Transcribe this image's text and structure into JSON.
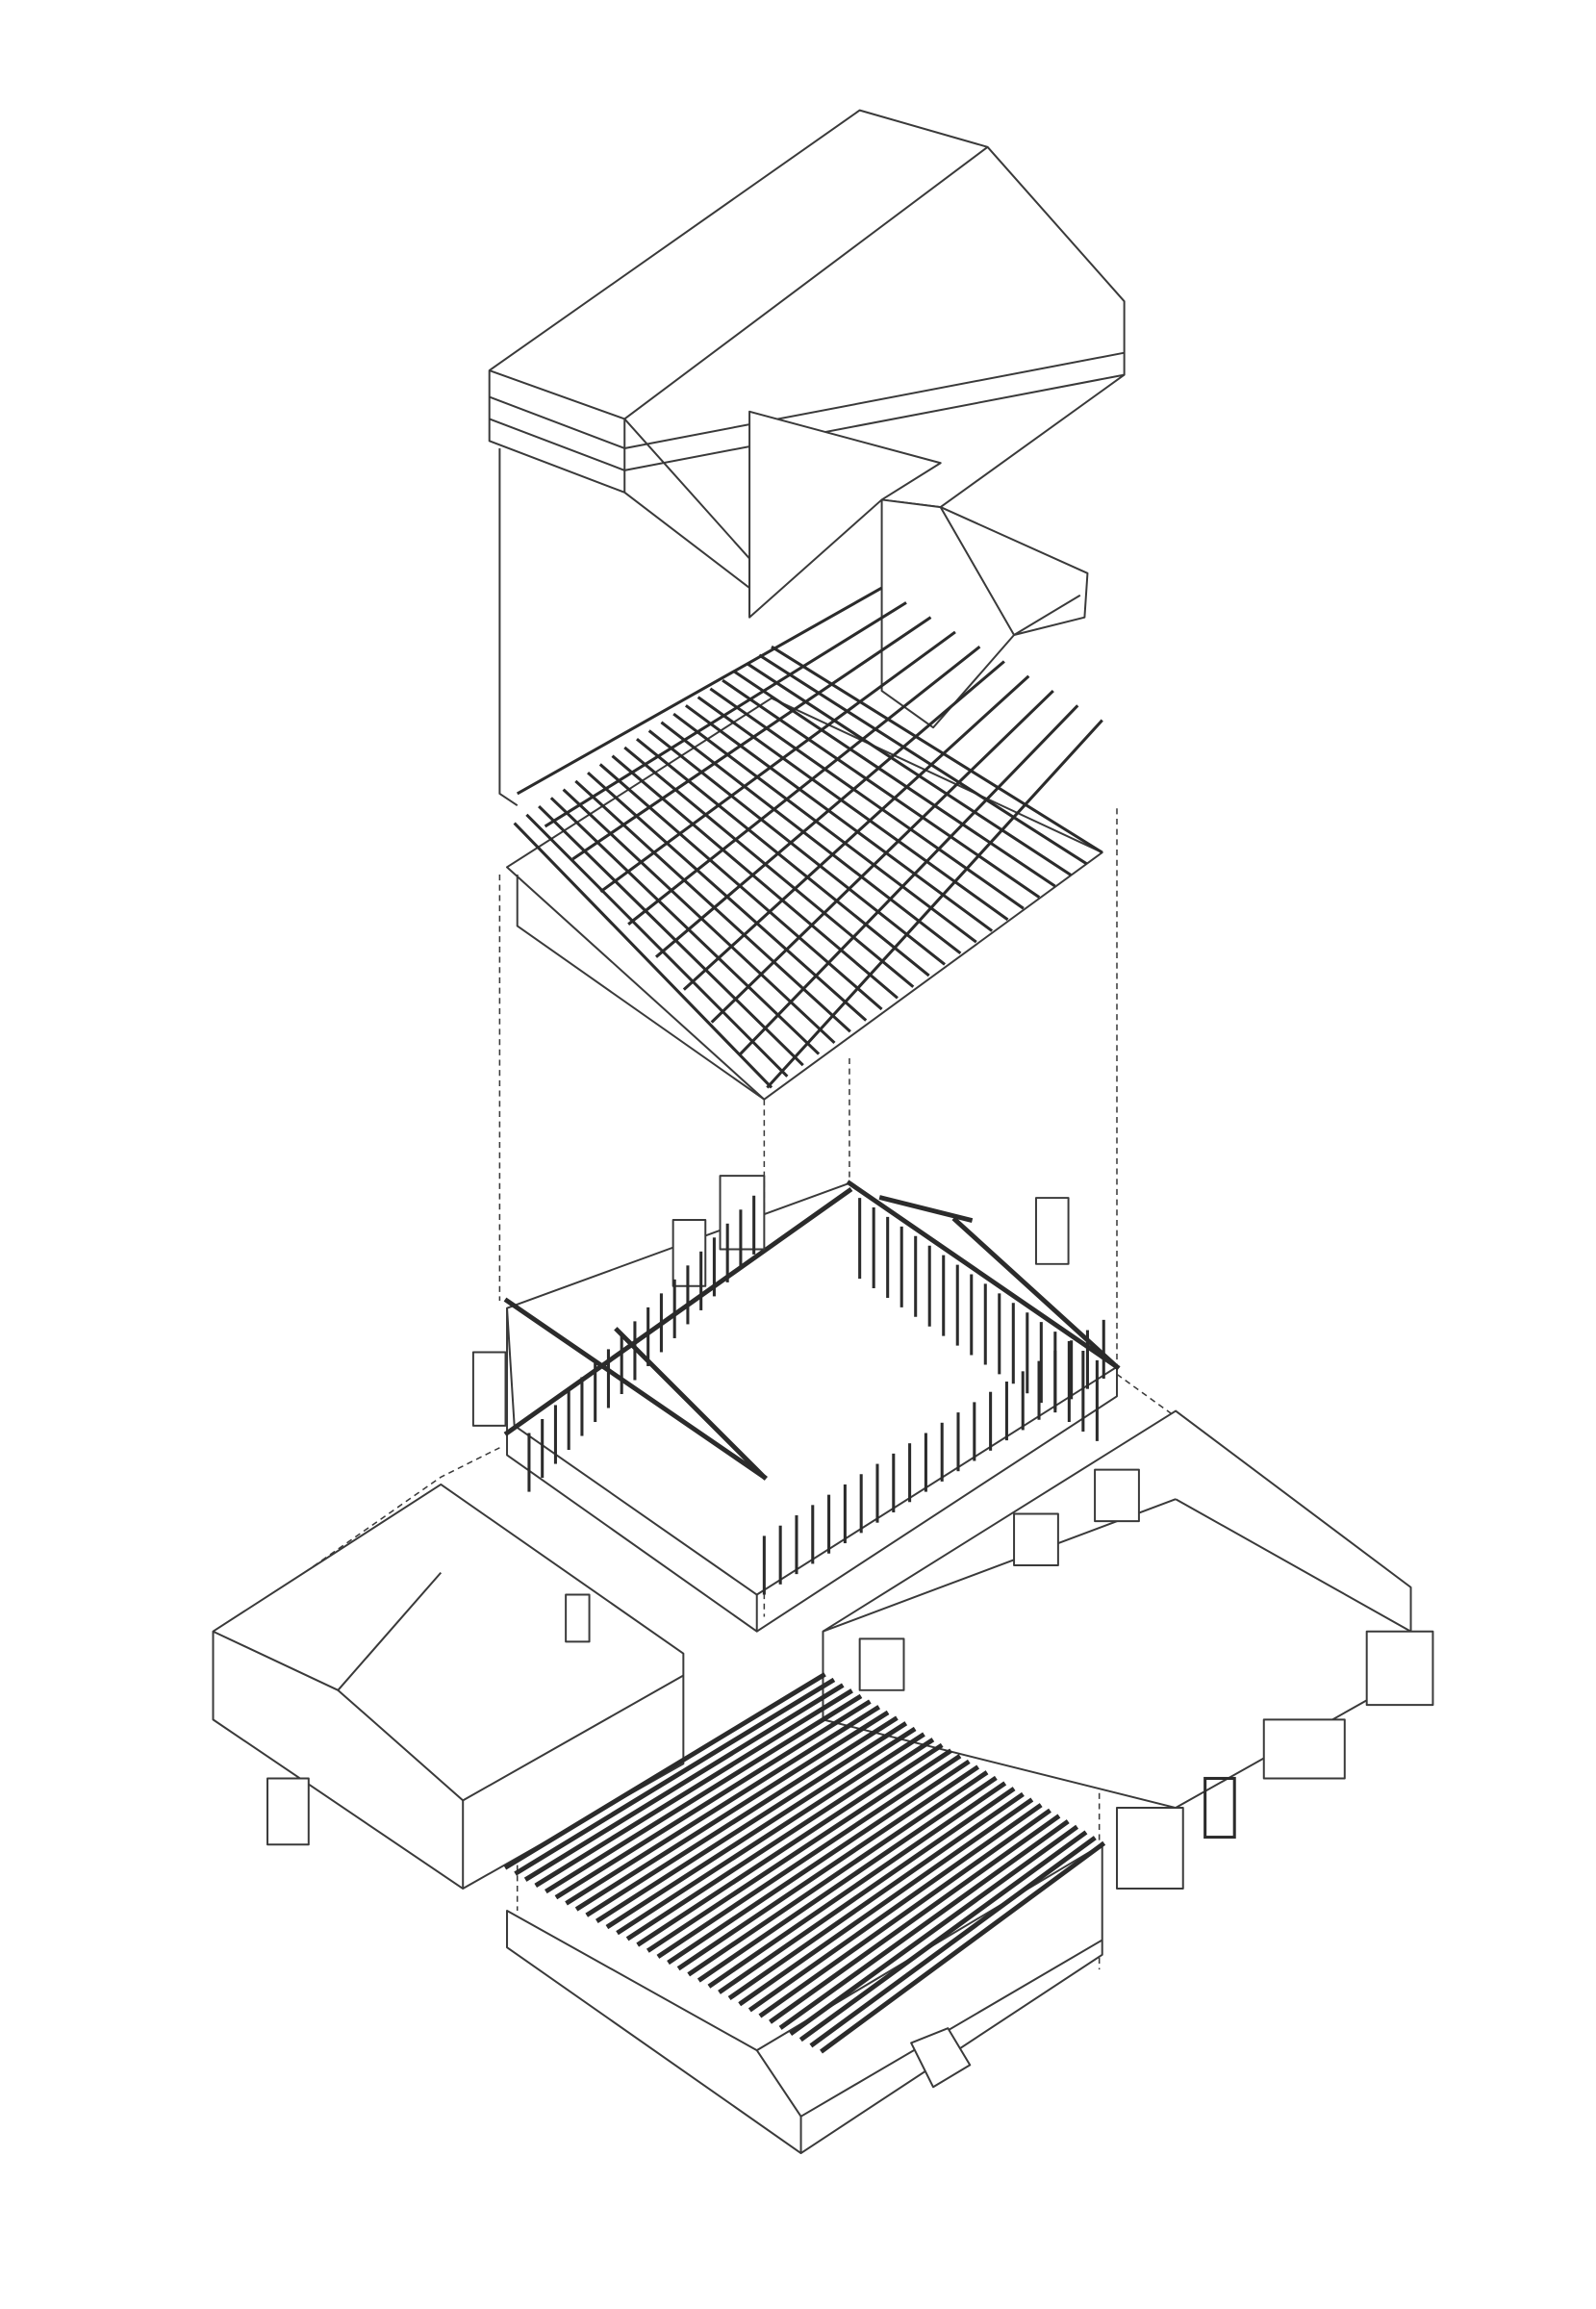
{
  "drawing": {
    "type": "exploded axonometric building diagram",
    "line_color": "#3a3a3a",
    "background": "#ffffff",
    "layers": [
      "roof-shell",
      "roof-framing",
      "wall-framing",
      "ground-floor-structure",
      "floor-joists",
      "foundation-slab"
    ]
  }
}
